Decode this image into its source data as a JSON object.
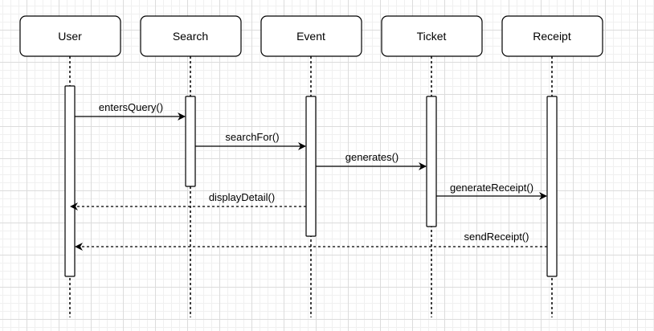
{
  "lifelines": [
    {
      "id": "user",
      "label": "User"
    },
    {
      "id": "search",
      "label": "Search"
    },
    {
      "id": "event",
      "label": "Event"
    },
    {
      "id": "ticket",
      "label": "Ticket"
    },
    {
      "id": "receipt",
      "label": "Receipt"
    }
  ],
  "messages": [
    {
      "label": "entersQuery()",
      "from": "user",
      "to": "search",
      "style": "solid"
    },
    {
      "label": "searchFor()",
      "from": "search",
      "to": "event",
      "style": "solid"
    },
    {
      "label": "generates()",
      "from": "event",
      "to": "ticket",
      "style": "solid"
    },
    {
      "label": "generateReceipt()",
      "from": "ticket",
      "to": "receipt",
      "style": "solid"
    },
    {
      "label": "displayDetail()",
      "from": "event",
      "to": "user",
      "style": "dashed"
    },
    {
      "label": "sendReceipt()",
      "from": "receipt",
      "to": "user",
      "style": "dashed"
    }
  ],
  "colors": {
    "stroke": "#000000",
    "fill": "#ffffff",
    "grid": "#dcdcdc"
  }
}
